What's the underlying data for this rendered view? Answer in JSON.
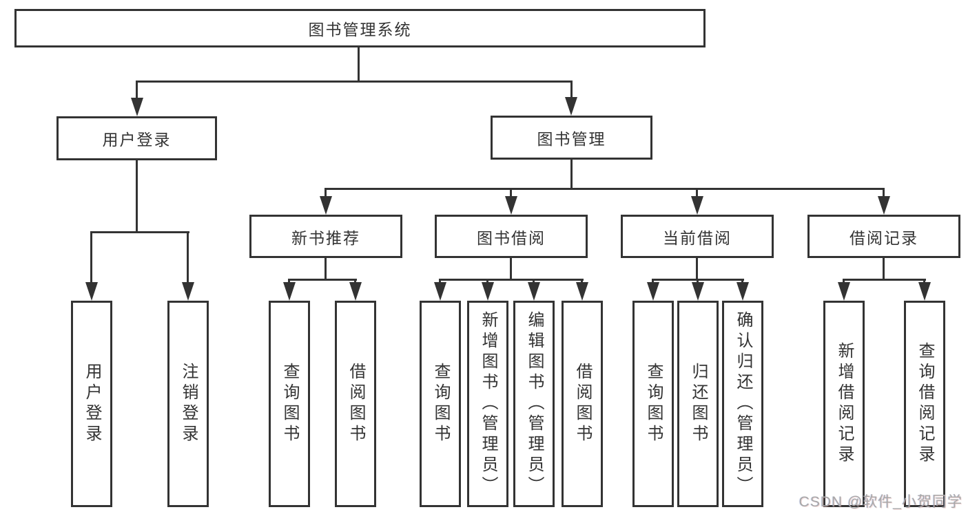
{
  "tree": {
    "root": "图书管理系统",
    "branches": [
      {
        "label": "用户登录",
        "children": [
          "用户登录",
          "注销登录"
        ]
      },
      {
        "label": "图书管理",
        "groups": [
          {
            "label": "新书推荐",
            "children": [
              "查询图书",
              "借阅图书"
            ]
          },
          {
            "label": "图书借阅",
            "children": [
              "查询图书",
              "新增图书（管理员）",
              "编辑图书（管理员）",
              "借阅图书"
            ]
          },
          {
            "label": "当前借阅",
            "children": [
              "查询图书",
              "归还图书",
              "确认归还（管理员）"
            ]
          },
          {
            "label": "借阅记录",
            "children": [
              "新增借阅记录",
              "查询借阅记录"
            ]
          }
        ]
      }
    ]
  },
  "watermark": "CSDN @软件_小贺同学",
  "colors": {
    "line": "#333333",
    "text": "#333333",
    "background": "#ffffff",
    "watermark": "#a8a8a8"
  }
}
